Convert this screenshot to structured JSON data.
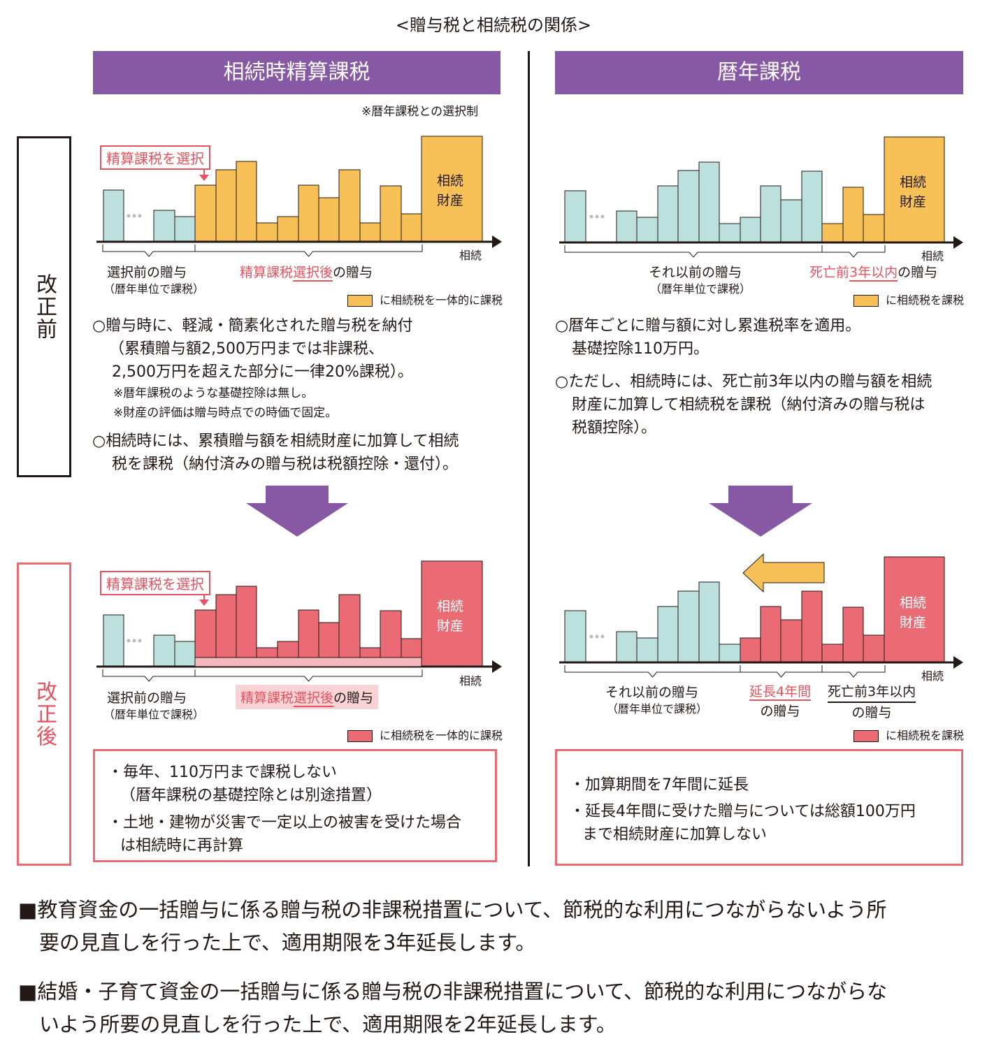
{
  "title": "<贈与税と相続税の関係>",
  "left": {
    "header": "相続時精算課税",
    "note": "※暦年課税との選択制",
    "tag": "精算課税を選択",
    "property": [
      "相続",
      "財産"
    ],
    "axis": "相続",
    "before_label": "選択前の贈与",
    "before_sub": "（暦年単位で課税）",
    "after_label_a": "精算課税",
    "after_label_b": "選択後",
    "after_label_c": "の贈与",
    "legend": "に相続税を一体的に課税",
    "points": [
      "○贈与時に、軽減・簡素化された贈与税を納付",
      "（累積贈与額2,500万円までは非課税、",
      "2,500万円を超えた部分に一律20%課税）。",
      "※暦年課税のような基礎控除は無し。",
      "※財産の評価は贈与時点での時価で固定。",
      "○相続時には、累積贈与額を相続財産に加算して相続",
      "税を課税（納付済みの贈与税は税額控除・還付）。"
    ],
    "after_box": [
      "・毎年、110万円まで課税しない",
      "（暦年課税の基礎控除とは別途措置）",
      "・土地・建物が災害で一定以上の被害を受けた場合",
      "は相続時に再計算"
    ]
  },
  "right": {
    "header": "暦年課税",
    "property": [
      "相続",
      "財産"
    ],
    "axis": "相続",
    "before_label": "それ以前の贈与",
    "before_sub": "（暦年単位で課税）",
    "death_a": "死亡前",
    "death_b": "3年以内",
    "death_c": "の贈与",
    "legend": "に相続税を課税",
    "points": [
      "○暦年ごとに贈与額に対し累進税率を適用。",
      "基礎控除110万円。",
      "○ただし、相続時には、死亡前3年以内の贈与額を相続",
      "財産に加算して相続税を課税（納付済みの贈与税は",
      "税額控除）。"
    ],
    "ext_a": "延長4年間",
    "ext_b": "の贈与",
    "death2_a": "死亡前3年以内",
    "death2_b": "の贈与",
    "after_box": [
      "・加算期間を7年間に延長",
      "・延長4年間に受けた贈与については総額100万円",
      "まで相続財産に加算しない"
    ]
  },
  "side": {
    "before": "改正前",
    "after": "改正後"
  },
  "bottom": [
    "■教育資金の一括贈与に係る贈与税の非課税措置について、節税的な利用につながらないよう所",
    "要の見直しを行った上で、適用期限を3年延長します。",
    "■結婚・子育て資金の一括贈与に係る贈与税の非課税措置について、節税的な利用につながらな",
    "いよう所要の見直しを行った上で、適用期限を2年延長します。"
  ],
  "colors": {
    "purple": "#8759A5",
    "teal": "#BCE0DE",
    "yellow": "#F8C158",
    "red": "#EB6B75",
    "pink": "#E8515E"
  }
}
